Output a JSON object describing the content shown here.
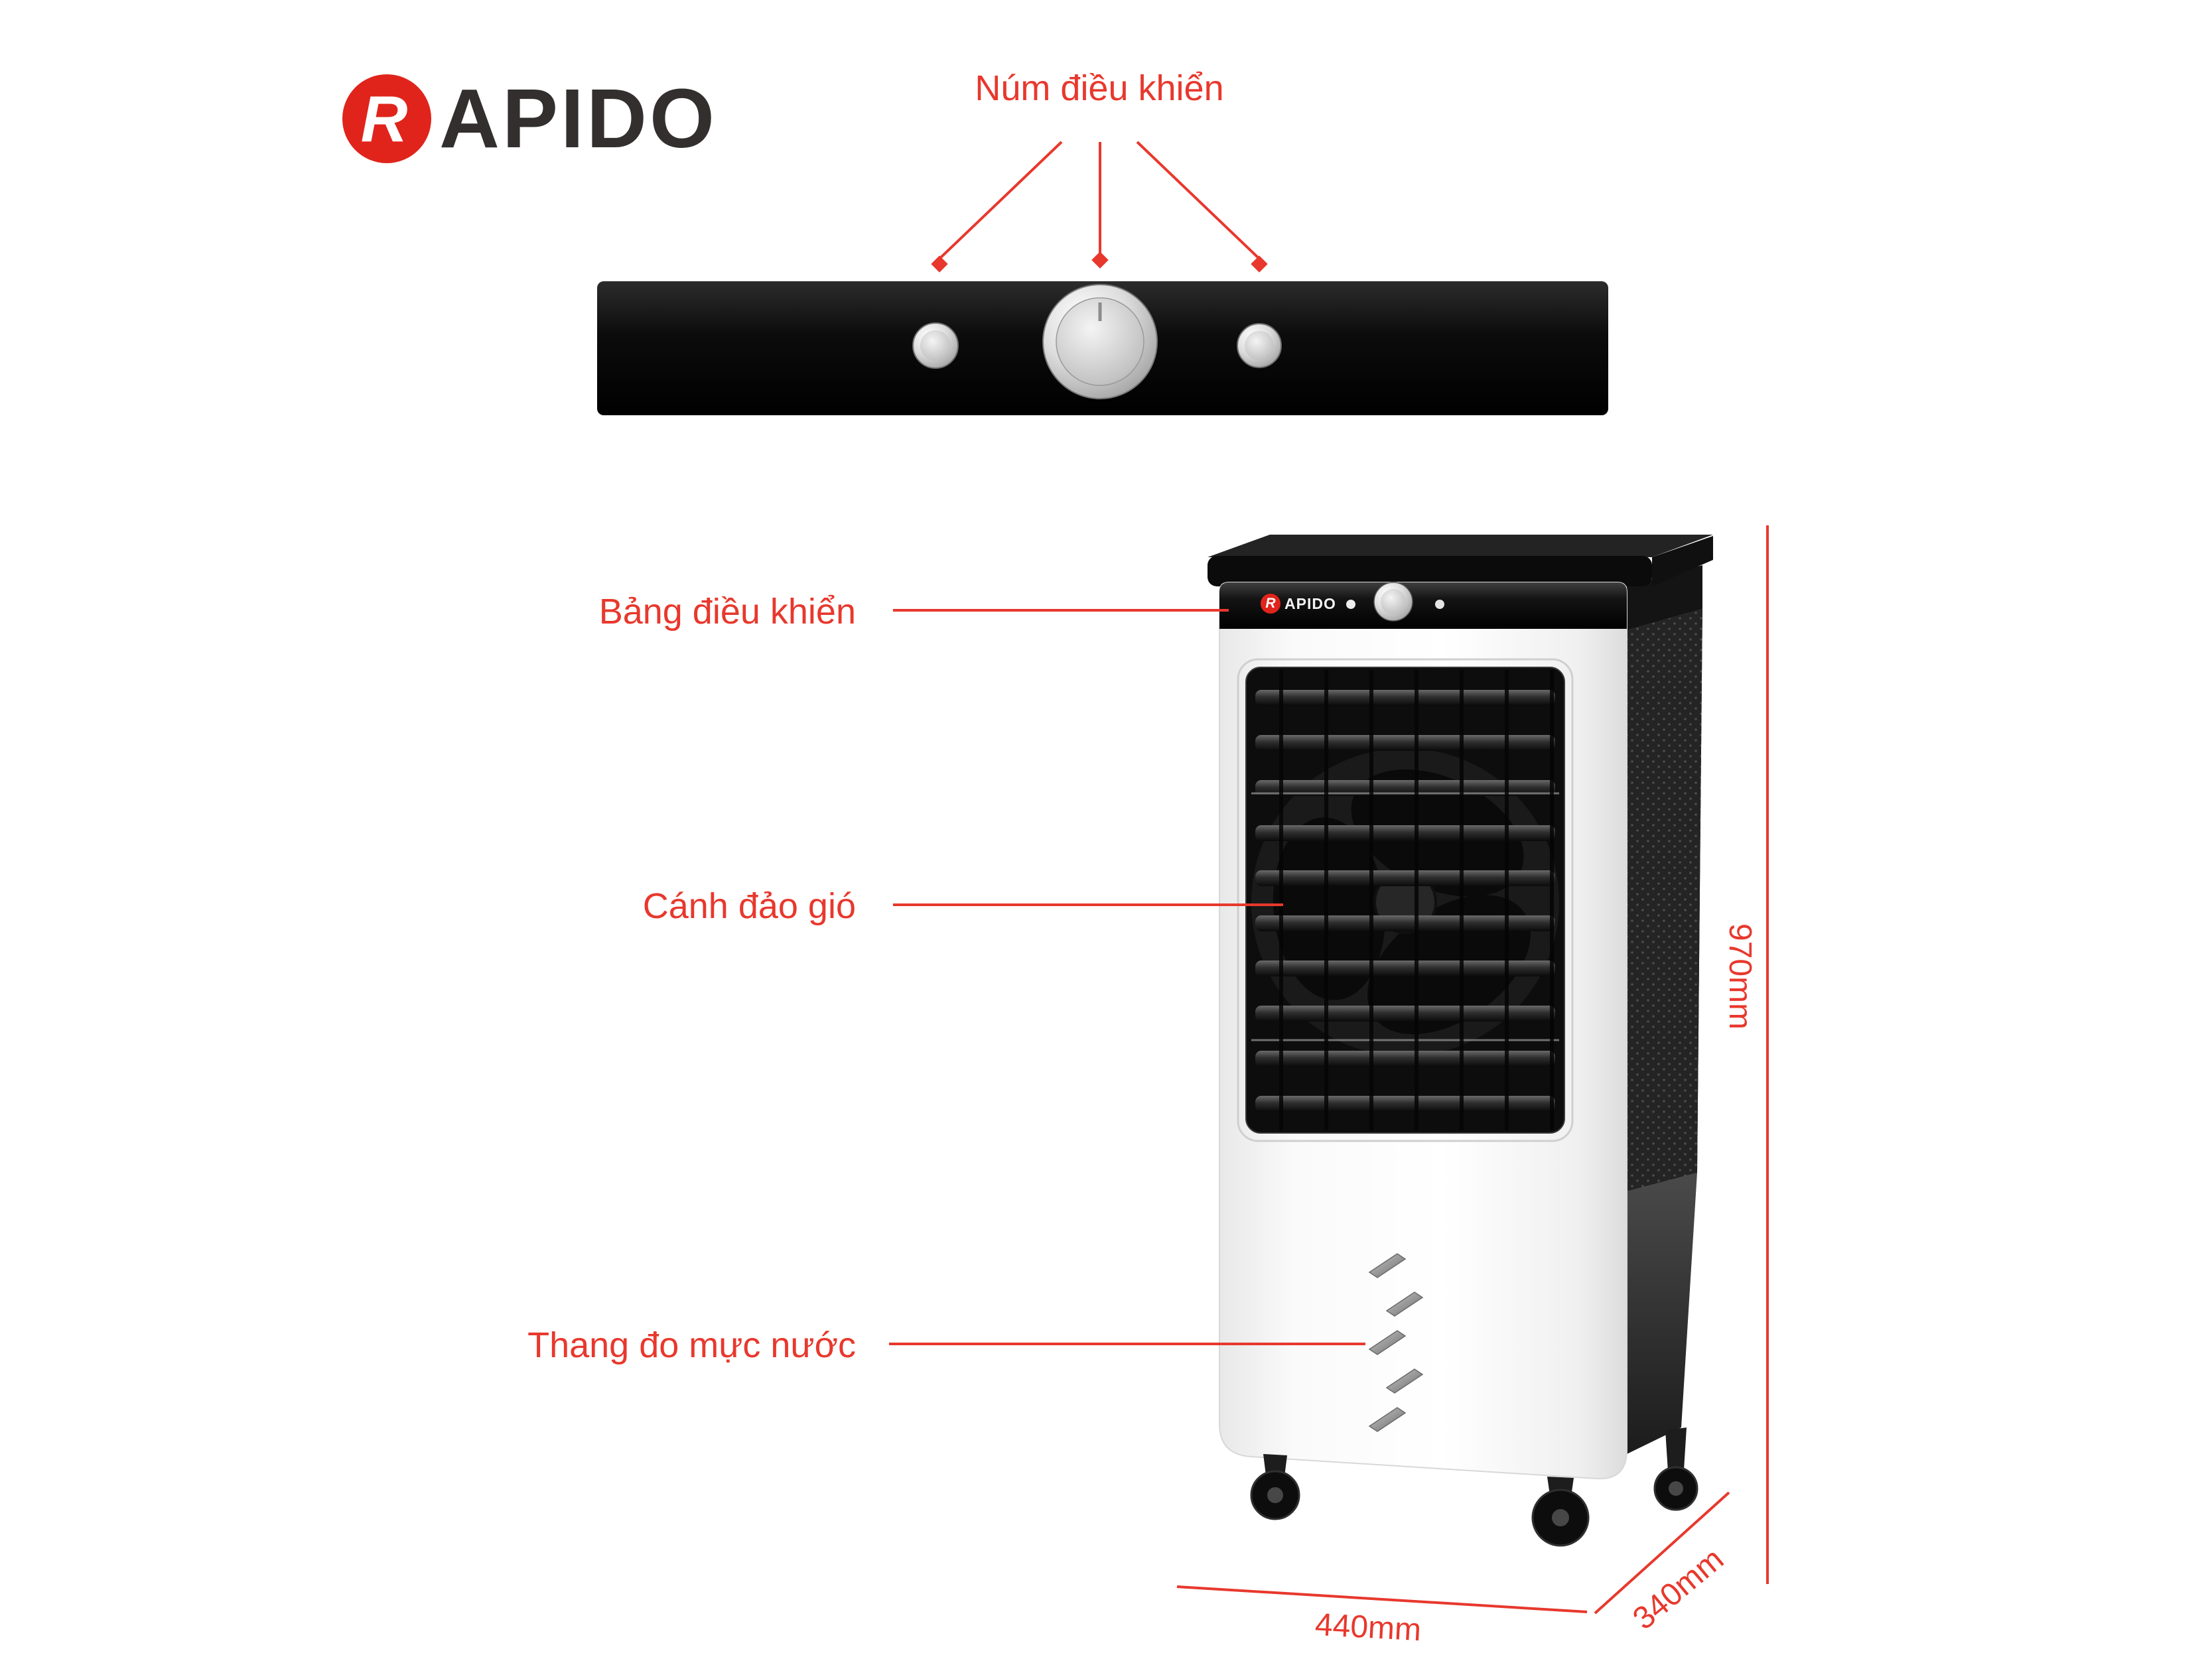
{
  "brand": {
    "emblem_letter": "R",
    "logo_text": "APIDO"
  },
  "callouts": {
    "knobs": "Núm điều khiển",
    "control_panel": "Bảng điều khiển",
    "louvers": "Cánh đảo gió",
    "water_gauge": "Thang đo mực nước"
  },
  "dimensions": {
    "height": "970mm",
    "width": "440mm",
    "depth": "340mm"
  },
  "panel": {
    "emblem_letter": "R",
    "logo_text": "APIDO"
  },
  "colors": {
    "accent_red": "#e8382d",
    "logo_red": "#e0241b",
    "panel_black": "#0a0a0a",
    "body_white": "#ffffff"
  }
}
